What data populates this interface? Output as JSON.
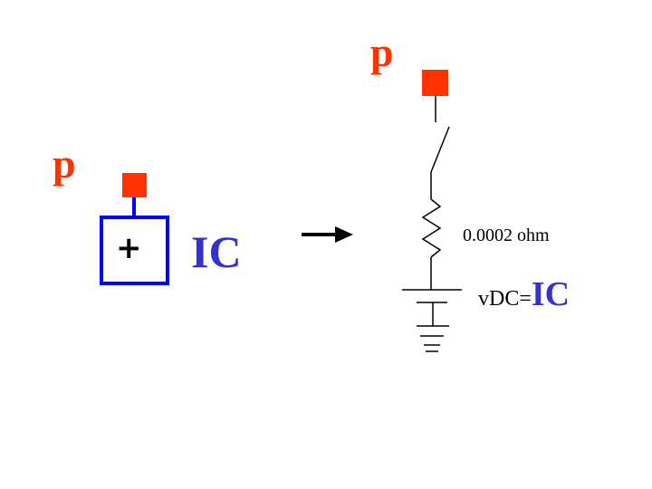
{
  "left_symbol": {
    "port_label": "p",
    "plus_sign": "+",
    "name_label": "IC"
  },
  "right_circuit": {
    "port_label": "p",
    "resistor_label": "0.0002 ohm",
    "source_label_prefix": "vDC=",
    "source_label_value": "IC"
  },
  "colors": {
    "port": "#ff3300",
    "symbol_box": "#0000ff",
    "ic_text": "#3333cc",
    "wire": "#000000"
  },
  "icons": {
    "transform_arrow": "right-arrow-icon"
  }
}
